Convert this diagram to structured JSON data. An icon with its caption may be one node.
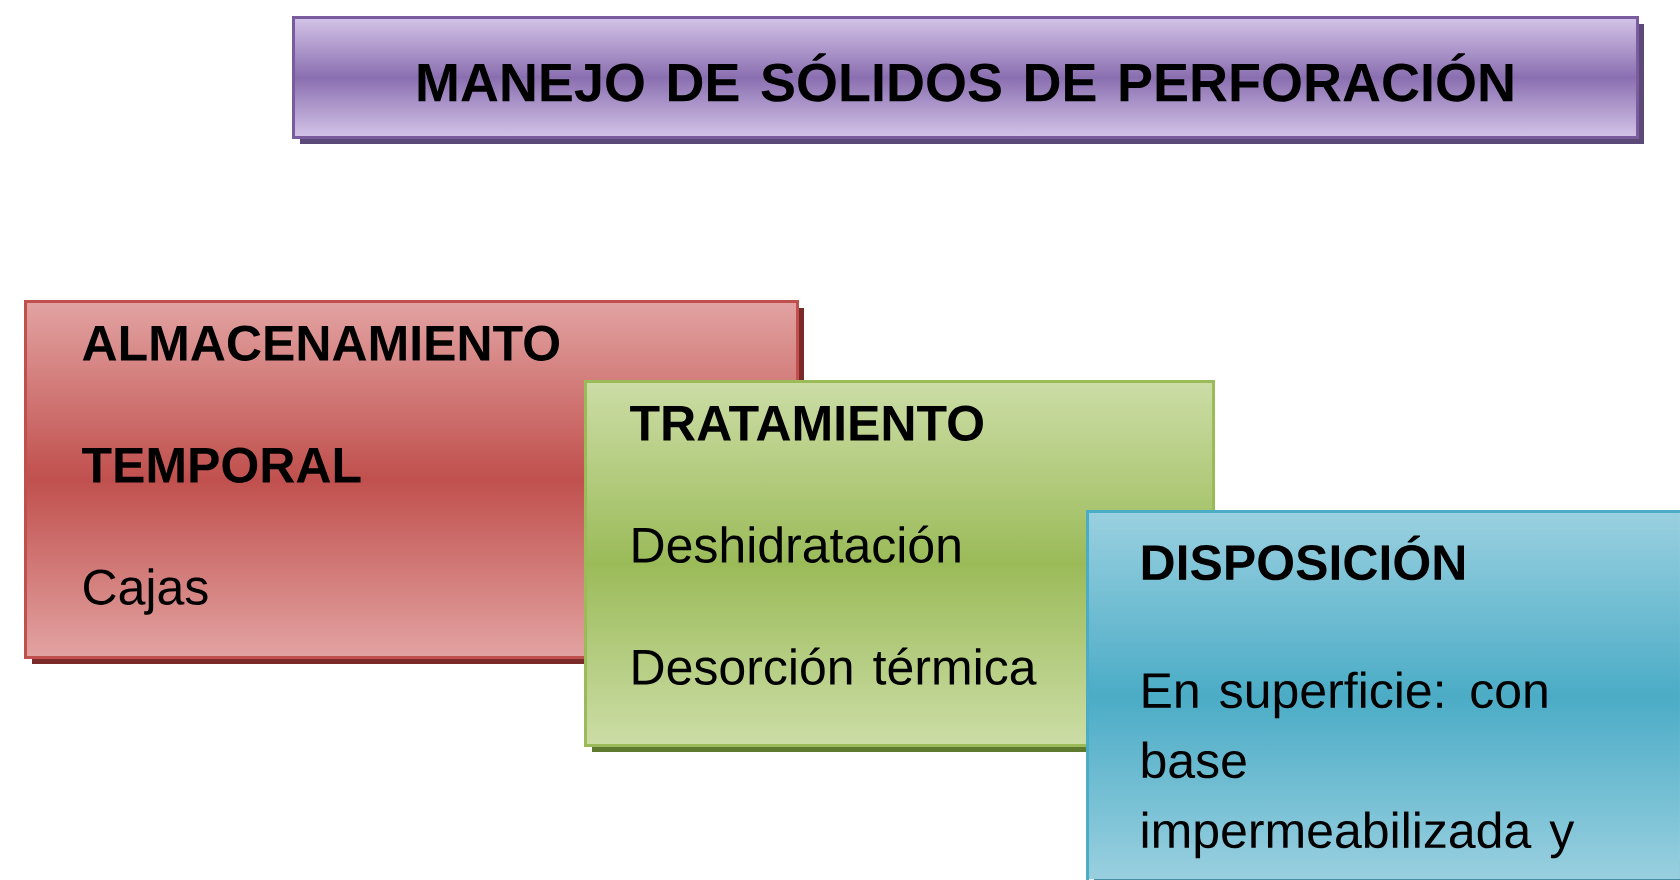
{
  "diagram": {
    "nodes": [
      {
        "text": [
          "MANEJO DE SÓLIDOS DE PERFORACIÓN"
        ]
      },
      {
        "text": [
          "ALMACENAMIENTO TEMPORAL",
          "Cajas"
        ]
      },
      {
        "text": [
          "TRATAMIENTO",
          "Deshidratación",
          "Desorción térmica"
        ]
      },
      {
        "text": [
          "DISPOSICIÓN",
          "En superficie: con base impermeabilizada y"
        ]
      }
    ]
  }
}
